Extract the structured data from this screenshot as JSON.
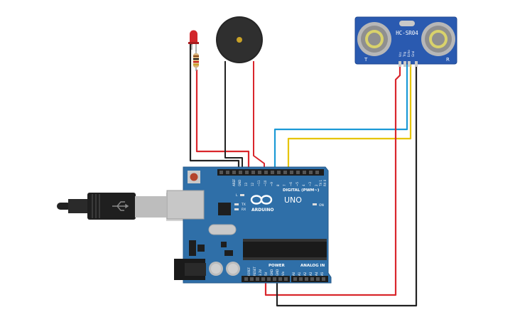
{
  "arduino": {
    "logo_text": "ARDUINO",
    "model": "UNO",
    "digital_header_label": "DIGITAL (PWM~)",
    "power_label": "POWER",
    "analog_label": "ANALOG IN",
    "on_led_label": "ON",
    "tx_label": "TX",
    "rx_label": "RX",
    "l_label": "L",
    "digital_pins": [
      "AREF",
      "GND",
      "13",
      "12",
      "~11",
      "~10",
      "~9",
      "8",
      "7",
      "~6",
      "~5",
      "4",
      "~3",
      "2",
      "TX 1",
      "RX 0"
    ],
    "power_pins": [
      "IOREF",
      "RESET",
      "3.3V",
      "5V",
      "GND",
      "GND",
      "Vin"
    ],
    "analog_pins": [
      "A0",
      "A1",
      "A2",
      "A3",
      "A4",
      "A5"
    ]
  },
  "sensor": {
    "name": "HC-SR04",
    "left_mark": "T",
    "right_mark": "R",
    "pins": [
      "Vcc",
      "Trig",
      "Echo",
      "Gnd"
    ]
  },
  "colors": {
    "board": "#2f6fa8",
    "wire_red": "#d9262c",
    "wire_black": "#222222",
    "wire_blue": "#1b9ad6",
    "wire_yellow": "#e6c400",
    "sensor_board": "#2a5ab0"
  }
}
